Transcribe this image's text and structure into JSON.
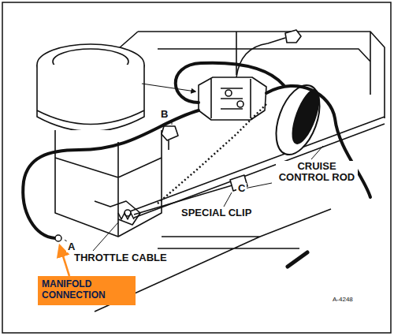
{
  "diagram": {
    "nodes": [
      {
        "text": [
          "MANIFOLD CONNECTION"
        ]
      }
    ],
    "labels": [
      "A",
      "B",
      "C",
      "SPECIAL CLIP",
      "CRUISE CONTROL ROD",
      "THROTTLE CABLE",
      "A-4248"
    ]
  }
}
